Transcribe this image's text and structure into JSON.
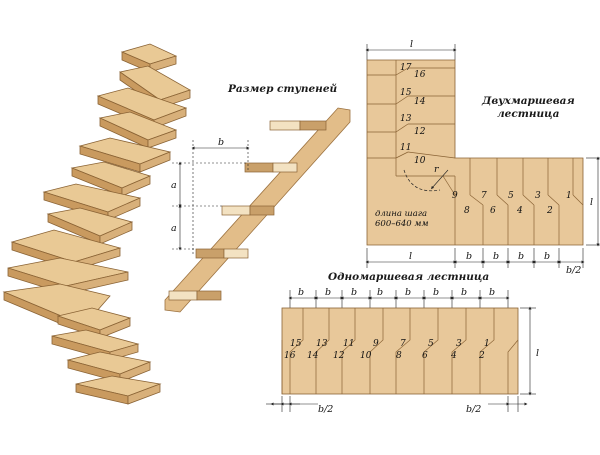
{
  "titles": {
    "step_size": "Размер ступеней",
    "two_flight": [
      "Двухмаршевая",
      "лестница"
    ],
    "single_flight": "Одномаршевая лестница"
  },
  "dims": {
    "b": "b",
    "a": "a",
    "l": "l",
    "r": "r",
    "half_b": "b/2"
  },
  "step_note": [
    "длина шага",
    "600–640 мм"
  ],
  "two_flight_upper": [
    "17",
    "16",
    "15",
    "14",
    "13",
    "12",
    "11",
    "10"
  ],
  "two_flight_lower": [
    "9",
    "8",
    "7",
    "6",
    "5",
    "4",
    "3",
    "2",
    "1"
  ],
  "single_top": [
    "15",
    "13",
    "11",
    "9",
    "7",
    "5",
    "3",
    "1"
  ],
  "single_bottom": [
    "16",
    "14",
    "12",
    "10",
    "8",
    "6",
    "4",
    "2"
  ],
  "colors": {
    "wood": "#e8c89a",
    "wood_dark": "#c9a06a",
    "wood_edge": "#a67c45",
    "line": "#2a2a2a"
  }
}
